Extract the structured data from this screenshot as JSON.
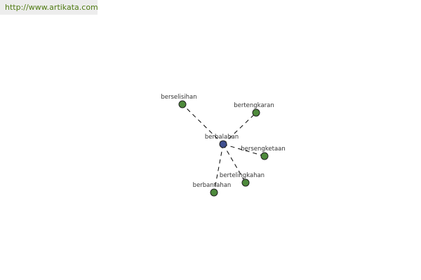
{
  "source_url": "http://www.artikata.com",
  "center": {
    "label": "berbalahan",
    "color": "#3f4f8f"
  },
  "related_words": [
    {
      "label": "berselisihan",
      "color": "#4e8a3c"
    },
    {
      "label": "bertengkaran",
      "color": "#4e8a3c"
    },
    {
      "label": "bersengketaan",
      "color": "#4e8a3c"
    },
    {
      "label": "bertelingkahan",
      "color": "#4e8a3c"
    },
    {
      "label": "berbantahan",
      "color": "#4e8a3c"
    }
  ]
}
